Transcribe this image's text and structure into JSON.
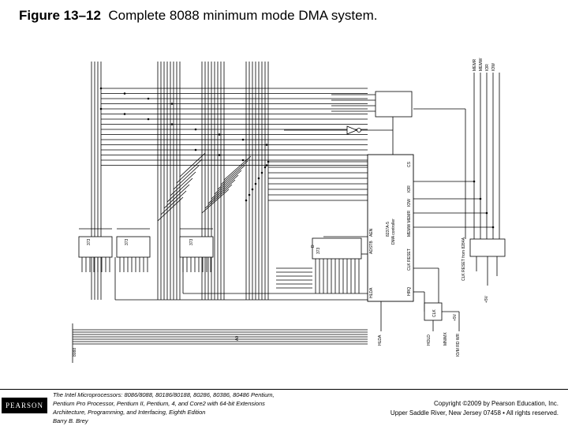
{
  "figure": {
    "number": "Figure 13–12",
    "caption": "Complete 8088 minimum mode DMA system."
  },
  "schematic": {
    "cpu_label": "8088",
    "dma_label_1": "8237A-5",
    "dma_label_2": "DMA controller",
    "dma_pins": {
      "cs": "CS",
      "ior": "IOR",
      "iow": "IOW",
      "memr_memw": "MEMW MEMR",
      "aen": "AEN",
      "adstb": "ADSTB",
      "clk_reset": "CLK RESET",
      "hrq": "HRQ",
      "hlda": "HLDA"
    },
    "latch_label": "373",
    "control_signals": [
      "MEMR",
      "MEMW",
      "IOR",
      "IOW"
    ],
    "bottom_signals": [
      "HLDA",
      "HOLD",
      "MN/MX",
      "IO/M RD WR"
    ],
    "flipflop_label": "CLK",
    "vcc_label": "+5V",
    "gnd_label": "+5V",
    "clk_note": "CLK RESET from 8284A",
    "bus_label_a": "A0",
    "bus_label_d": "D"
  },
  "footer": {
    "publisher": "PEARSON",
    "book_lines": [
      "The Intel Microprocessors: 8086/8088, 80186/80188, 80286, 80386, 80486 Pentium,",
      "Pentium Pro Processor, Pentium II, Pentium, 4, and Core2 with 64-bit Extensions",
      "Architecture, Programming, and Interfacing, Eighth Edition",
      "Barry B. Brey"
    ],
    "copyright_lines": [
      "Copyright ©2009 by Pearson Education, Inc.",
      "Upper Saddle River, New Jersey 07458 • All rights reserved."
    ]
  }
}
